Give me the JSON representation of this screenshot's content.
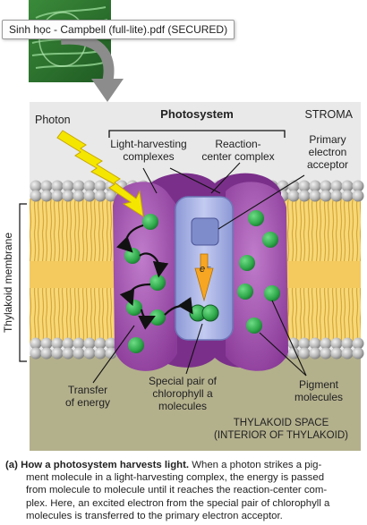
{
  "window": {
    "tooltip_title": "Sinh học - Campbell (full-lite).pdf (SECURED)"
  },
  "figure": {
    "photon": "Photon",
    "photosystem": "Photosystem",
    "stroma": "STROMA",
    "light_harvesting": [
      "Light-harvesting",
      "complexes"
    ],
    "reaction_center": [
      "Reaction-",
      "center complex"
    ],
    "primary_acceptor": [
      "Primary",
      "electron",
      "acceptor"
    ],
    "electron_symbol": "e⁻",
    "thylakoid_membrane": "Thylakoid membrane",
    "transfer_energy": [
      "Transfer",
      "of energy"
    ],
    "special_pair": [
      "Special pair of",
      "chlorophyll a",
      "molecules"
    ],
    "pigment_molecules": [
      "Pigment",
      "molecules"
    ],
    "thylakoid_space": [
      "THYLAKOID SPACE",
      "(INTERIOR OF THYLAKOID)"
    ]
  },
  "caption": {
    "label": "(a)",
    "title": "How a photosystem harvests light.",
    "line1": "When a photon strikes a pig-",
    "line2": "ment molecule in a light-harvesting complex, the energy is passed",
    "line3": "from molecule to molecule until it reaches the reaction-center com-",
    "line4": "plex. Here, an excited electron from the special pair of chlorophyll a",
    "line5": "molecules is transferred to the primary electron acceptor."
  },
  "colors": {
    "membrane_yellow": "#f4c95d",
    "head_gray": "#b8b8b8",
    "protein_purple": "#9b4da6",
    "reaction_center_blue": "#a7b4e6",
    "chlorophyll_green": "#2ea84a",
    "stroma_bg": "#e9e9e9",
    "lumen_bg": "#b3b08c",
    "photon_yellow": "#f5e600",
    "arrow_orange": "#f6a623"
  }
}
